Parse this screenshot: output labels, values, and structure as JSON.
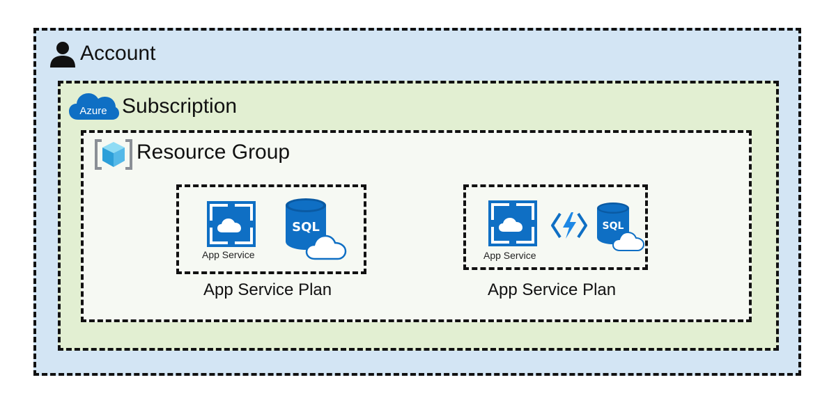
{
  "account": {
    "title": "Account",
    "icon": "person-icon"
  },
  "subscription": {
    "title": "Subscription",
    "badge": "Azure",
    "icon": "azure-cloud-icon"
  },
  "resource_group": {
    "title": "Resource Group",
    "icon": "resource-group-cube-icon"
  },
  "plans": [
    {
      "label": "App Service Plan",
      "items": [
        {
          "icon": "app-service-icon",
          "label": "App Service"
        },
        {
          "icon": "sql-database-icon",
          "label": "SQL"
        }
      ]
    },
    {
      "label": "App Service Plan",
      "items": [
        {
          "icon": "app-service-icon",
          "label": "App Service"
        },
        {
          "icon": "azure-function-icon"
        },
        {
          "icon": "sql-database-icon",
          "label": "SQL"
        }
      ]
    }
  ],
  "colors": {
    "account_bg": "#d3e5f4",
    "subscription_bg": "#e2efd2",
    "resource_group_bg": "#f6f9f3",
    "azure_blue": "#0f6fc4",
    "border": "#111111"
  }
}
